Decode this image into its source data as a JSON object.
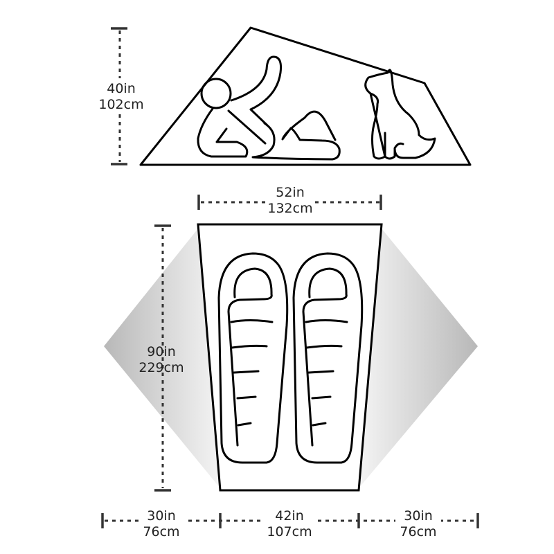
{
  "side_view": {
    "height": {
      "in": "40in",
      "cm": "102cm"
    }
  },
  "floor_plan": {
    "width": {
      "in": "52in",
      "cm": "132cm"
    },
    "length": {
      "in": "90in",
      "cm": "229cm"
    },
    "bottom_dims": [
      {
        "in": "30in",
        "cm": "76cm"
      },
      {
        "in": "42in",
        "cm": "107cm"
      },
      {
        "in": "30in",
        "cm": "76cm"
      }
    ]
  },
  "colors": {
    "outline": "#000000",
    "dimension": "#333333",
    "vestibule": "#c8c8c8"
  }
}
